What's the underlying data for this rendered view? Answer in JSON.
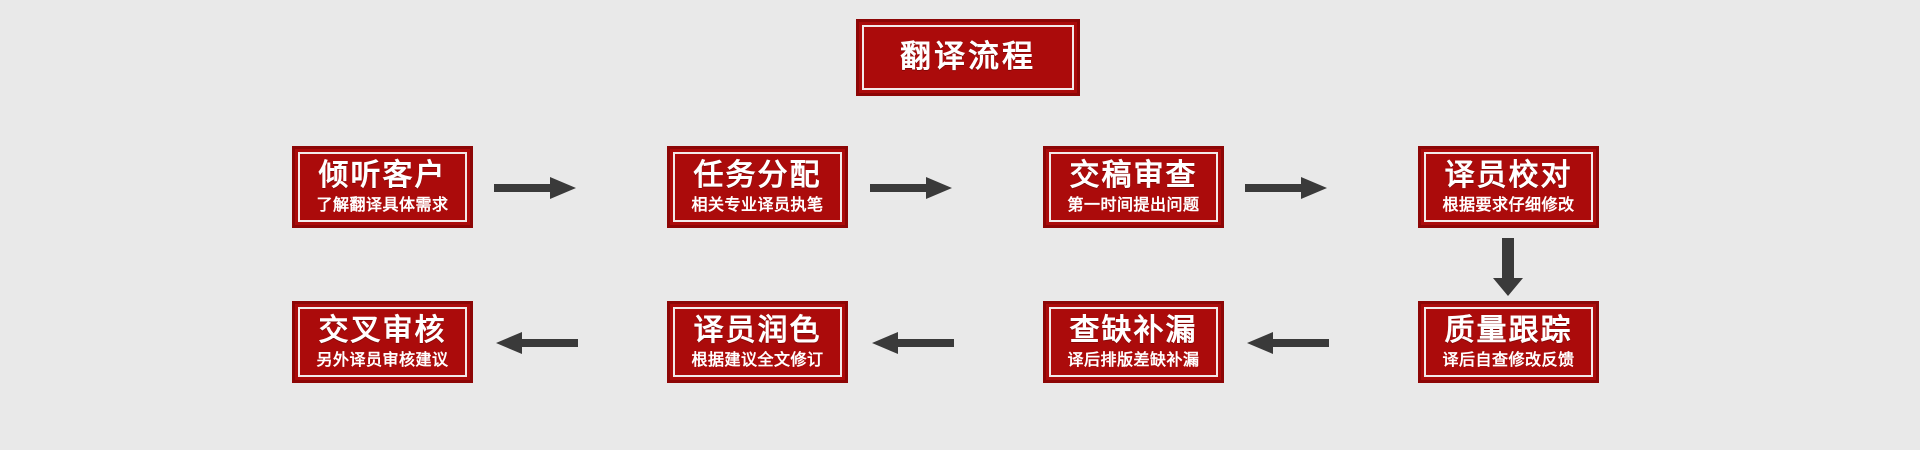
{
  "diagram": {
    "type": "flowchart",
    "title": "翻译流程",
    "background_color": "#e9e9e9",
    "node_fill_color": "#ab0b0b",
    "node_border_color": "#8d0606",
    "node_inner_frame_color": "#f3eaea",
    "node_text_color": "#ffffff",
    "arrow_color": "#3a3a3a",
    "flow_direction": "serpentine-left-to-right-then-right-to-left"
  },
  "header": {
    "title": "翻译流程"
  },
  "rows": {
    "row1": [
      {
        "step": 1,
        "title": "倾听客户",
        "subtitle": "了解翻译具体需求"
      },
      {
        "step": 2,
        "title": "任务分配",
        "subtitle": "相关专业译员执笔"
      },
      {
        "step": 3,
        "title": "交稿审查",
        "subtitle": "第一时间提出问题"
      },
      {
        "step": 4,
        "title": "译员校对",
        "subtitle": "根据要求仔细修改"
      }
    ],
    "row2": [
      {
        "step": 8,
        "title": "交叉审核",
        "subtitle": "另外译员审核建议"
      },
      {
        "step": 7,
        "title": "译员润色",
        "subtitle": "根据建议全文修订"
      },
      {
        "step": 6,
        "title": "查缺补漏",
        "subtitle": "译后排版差缺补漏"
      },
      {
        "step": 5,
        "title": "质量跟踪",
        "subtitle": "译后自查修改反馈"
      }
    ]
  },
  "connectors": [
    {
      "id": "arrow-1-2",
      "from": "倾听客户",
      "to": "任务分配",
      "direction": "right"
    },
    {
      "id": "arrow-2-3",
      "from": "任务分配",
      "to": "交稿审查",
      "direction": "right"
    },
    {
      "id": "arrow-3-4",
      "from": "交稿审查",
      "to": "译员校对",
      "direction": "right"
    },
    {
      "id": "arrow-4-5",
      "from": "译员校对",
      "to": "质量跟踪",
      "direction": "down"
    },
    {
      "id": "arrow-5-6",
      "from": "质量跟踪",
      "to": "查缺补漏",
      "direction": "left"
    },
    {
      "id": "arrow-6-7",
      "from": "查缺补漏",
      "to": "译员润色",
      "direction": "left"
    },
    {
      "id": "arrow-7-8",
      "from": "译员润色",
      "to": "交叉审核",
      "direction": "left"
    }
  ]
}
